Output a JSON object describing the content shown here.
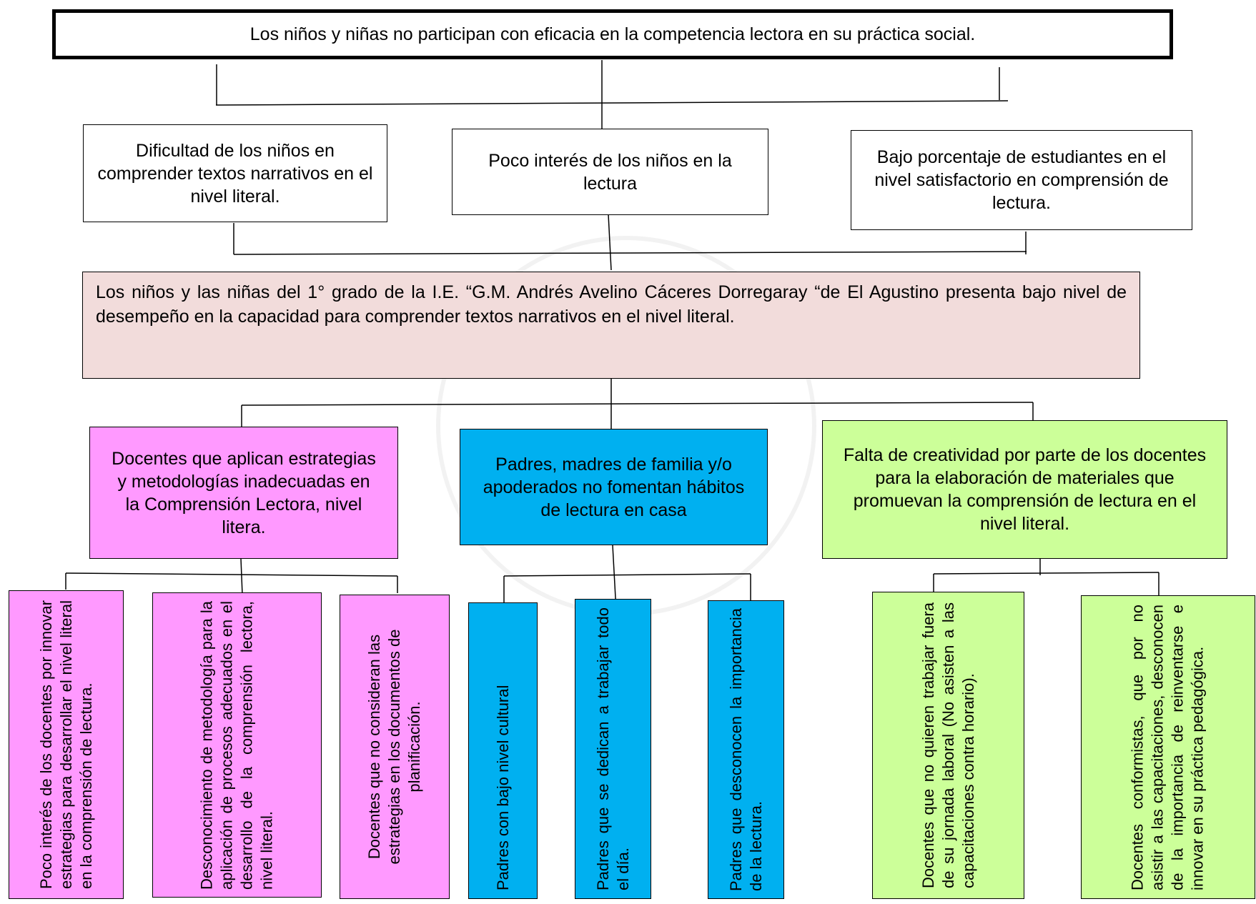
{
  "top_effect": "Los niños y niñas no participan con eficacia en la competencia lectora en su práctica social.",
  "effects": [
    "Dificultad de los niños en comprender textos narrativos en el nivel literal.",
    "Poco interés de los niños en la lectura",
    "Bajo porcentaje de estudiantes en el nivel satisfactorio en comprensión de lectura."
  ],
  "central_problem": "Los niños y las niñas del 1° grado de la I.E. “G.M. Andrés Avelino Cáceres Dorregaray “de El Agustino presenta bajo nivel de desempeño en la capacidad para comprender textos narrativos en el nivel literal.",
  "causes": [
    "Docentes que aplican estrategias y metodologías inadecuadas en la Comprensión Lectora, nivel litera.",
    "Padres, madres de familia y/o apoderados no fomentan hábitos de lectura en casa",
    "Falta de creatividad por parte de los docentes para la elaboración de materiales que promuevan la comprensión de lectura en el nivel literal."
  ],
  "sub_causes": [
    "Poco interés de los docentes por innovar estrategias para desarrollar el nivel literal en la comprensión de lectura.",
    "Desconocimiento de metodología para la aplicación de procesos adecuados en el desarrollo de la comprensión lectora, nivel literal.",
    "Docentes que no consideran las estrategias en los documentos de planificación.",
    "Padres con bajo nivel cultural",
    "Padres que se dedican a trabajar todo el día.",
    "Padres que desconocen la importancia de la lectura.",
    "Docentes que no quieren trabajar fuera de su jornada laboral (No asisten a las capacitaciones contra horario).",
    "Docentes conformistas, que por no asistir a las capacitaciones, desconocen de la importancia de reinventarse e innovar en su práctica pedagógica."
  ],
  "colors": {
    "central_fill": "#f2dcdb",
    "pink": "#ff99ff",
    "blue": "#00b0f0",
    "green": "#ccff99"
  }
}
